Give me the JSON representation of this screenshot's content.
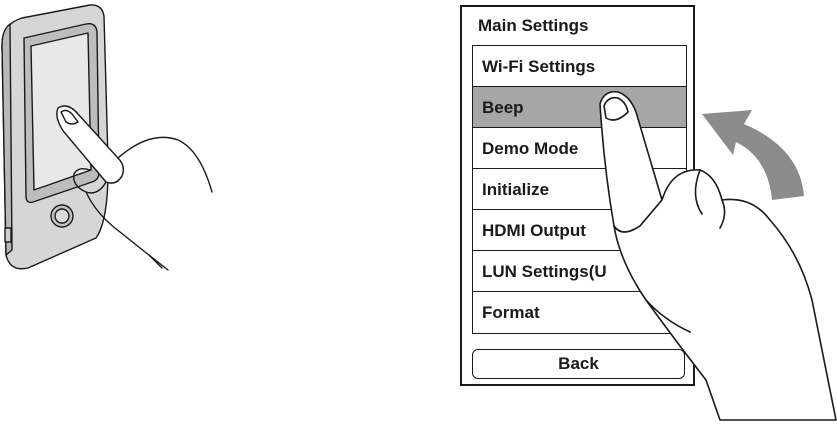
{
  "menu": {
    "title": "Main Settings",
    "items": [
      {
        "label": "Wi-Fi Settings",
        "selected": false
      },
      {
        "label": "Beep",
        "selected": true
      },
      {
        "label": "Demo Mode",
        "selected": false
      },
      {
        "label": "Initialize",
        "selected": false
      },
      {
        "label": "HDMI Output",
        "selected": false
      },
      {
        "label": "LUN Settings(U",
        "selected": false
      },
      {
        "label": "Format",
        "selected": false
      }
    ],
    "back_label": "Back"
  },
  "colors": {
    "line": "#1a1a1a",
    "selected_row": "#a6a6a6",
    "arrow": "#8c8c8c",
    "device_body": "#d6d6d6",
    "device_frame": "#b8b8b8"
  },
  "icons": {
    "tap_burst": "tap-burst-icon",
    "swipe_direction": "curved-arrow-icon"
  }
}
